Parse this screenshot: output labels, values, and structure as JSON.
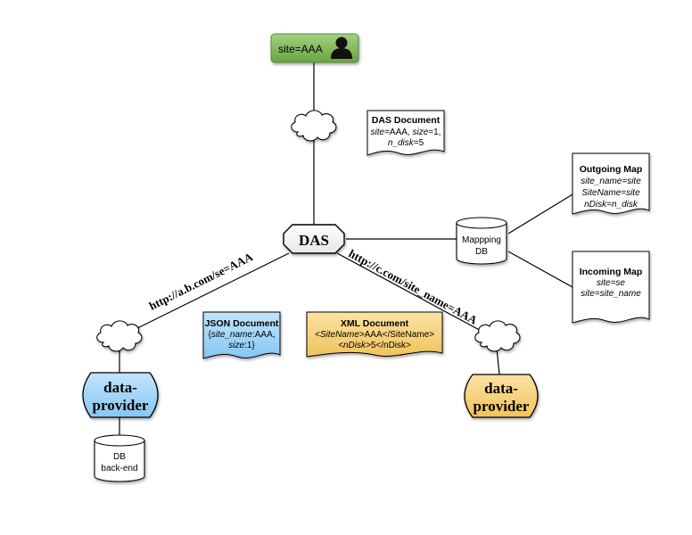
{
  "user_box": {
    "label": "site=AAA",
    "icon": "user-silhouette-icon",
    "color": "#7fb85a"
  },
  "das_node": {
    "label": "DAS"
  },
  "das_document": {
    "title": "DAS Document",
    "line1_pre": "site",
    "line1_post": "=AAA, ",
    "line1_key2": "size",
    "line1_val2": "=1,",
    "line2_key": "n_disk",
    "line2_val": "=5"
  },
  "mapping_db": {
    "line1": "Mappping",
    "line2": "DB"
  },
  "outgoing_map": {
    "title": "Outgoing Map",
    "lines": [
      "site_name=site",
      "SiteName=site",
      "nDisk=n_disk"
    ]
  },
  "incoming_map": {
    "title": "Incoming Map",
    "lines": [
      "site=se",
      "site=site_name"
    ]
  },
  "link_left": {
    "label": "http://a.b.com/se=AAA"
  },
  "link_right": {
    "label": "http://c.com/site_name=AAA"
  },
  "json_document": {
    "title": "JSON Document",
    "line1_key": "site_name",
    "line1_val": ":AAA,",
    "line2_key": "size",
    "line2_val": ":1}",
    "line1_prefix": "{",
    "color": "#7ec8f5"
  },
  "xml_document": {
    "title": "XML Document",
    "line1_a": "<SiteName>",
    "line1_b": "AAA</SiteName>",
    "line2_a": "<nDisk>",
    "line2_b": "5</nDisk>",
    "color": "#f4cf74"
  },
  "provider_left": {
    "line1": "data-",
    "line2": "provider",
    "color": "#9fd4f7"
  },
  "provider_right": {
    "line1": "data-",
    "line2": "provider",
    "color": "#f6d88a"
  },
  "db_backend": {
    "line1": "DB",
    "line2": "back-end"
  }
}
